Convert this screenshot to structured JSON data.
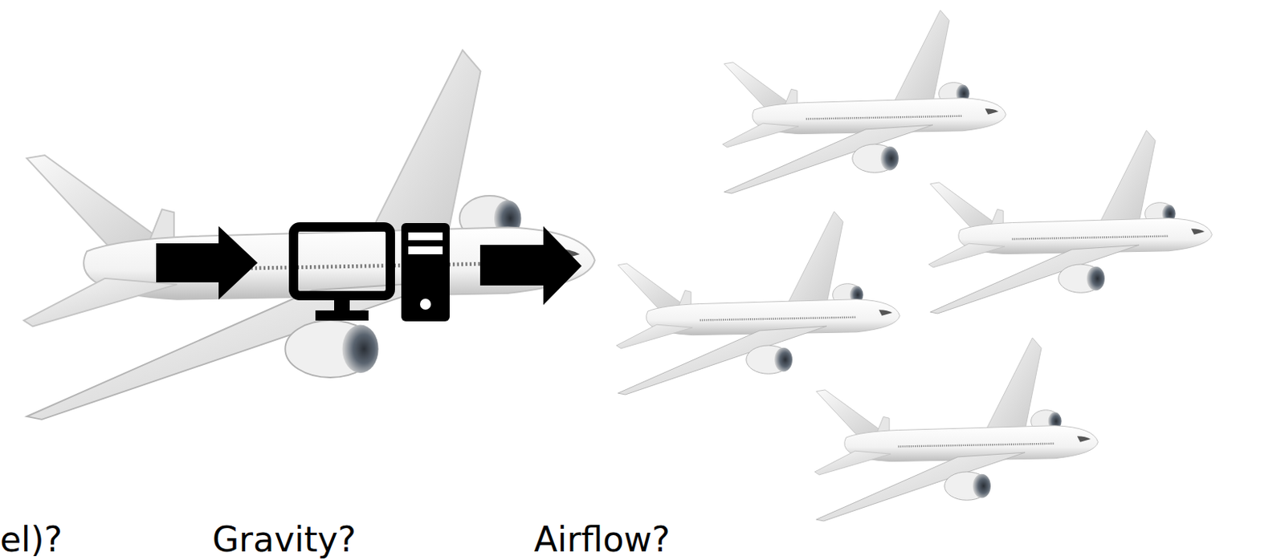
{
  "diagram": {
    "labels": [
      "el)?",
      "Gravity?",
      "Airflow?"
    ]
  }
}
